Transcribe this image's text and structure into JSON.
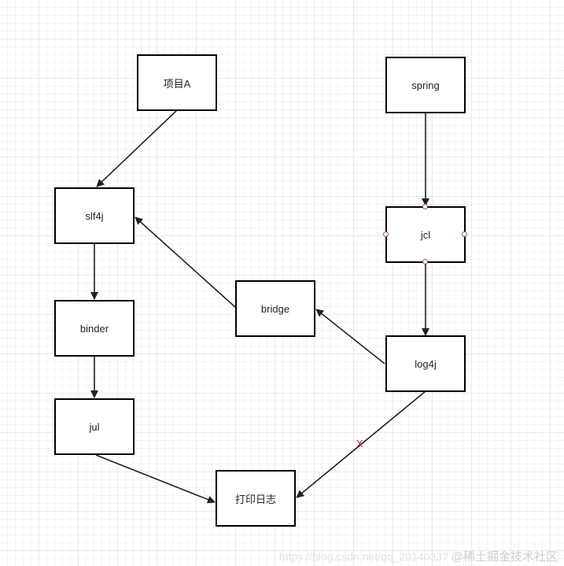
{
  "nodes": {
    "project_a": "项目A",
    "slf4j": "slf4j",
    "binder": "binder",
    "jul": "jul",
    "print_log": "打印日志",
    "bridge": "bridge",
    "spring": "spring",
    "jcl": "jcl",
    "log4j": "log4j"
  },
  "blocked_edge_mark": "X",
  "watermark": {
    "url": "https://blog.csdn.net/qq_20140337",
    "brand": "@稀土掘金技术社区"
  }
}
